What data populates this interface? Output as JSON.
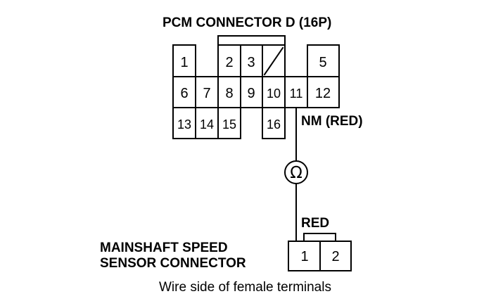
{
  "pcm_connector": {
    "title": "PCM CONNECTOR D (16P)",
    "pins": [
      "1",
      "2",
      "3",
      "5",
      "6",
      "7",
      "8",
      "9",
      "10",
      "11",
      "12",
      "13",
      "14",
      "15",
      "16"
    ],
    "wire_label": "NM (RED)"
  },
  "meter": {
    "symbol": "Ω"
  },
  "sensor_connector": {
    "title_line1": "MAINSHAFT SPEED",
    "title_line2": "SENSOR CONNECTOR",
    "wire_color": "RED",
    "pins": [
      "1",
      "2"
    ]
  },
  "caption": "Wire side of female terminals",
  "colors": {
    "line": "#000000",
    "background": "#ffffff"
  }
}
